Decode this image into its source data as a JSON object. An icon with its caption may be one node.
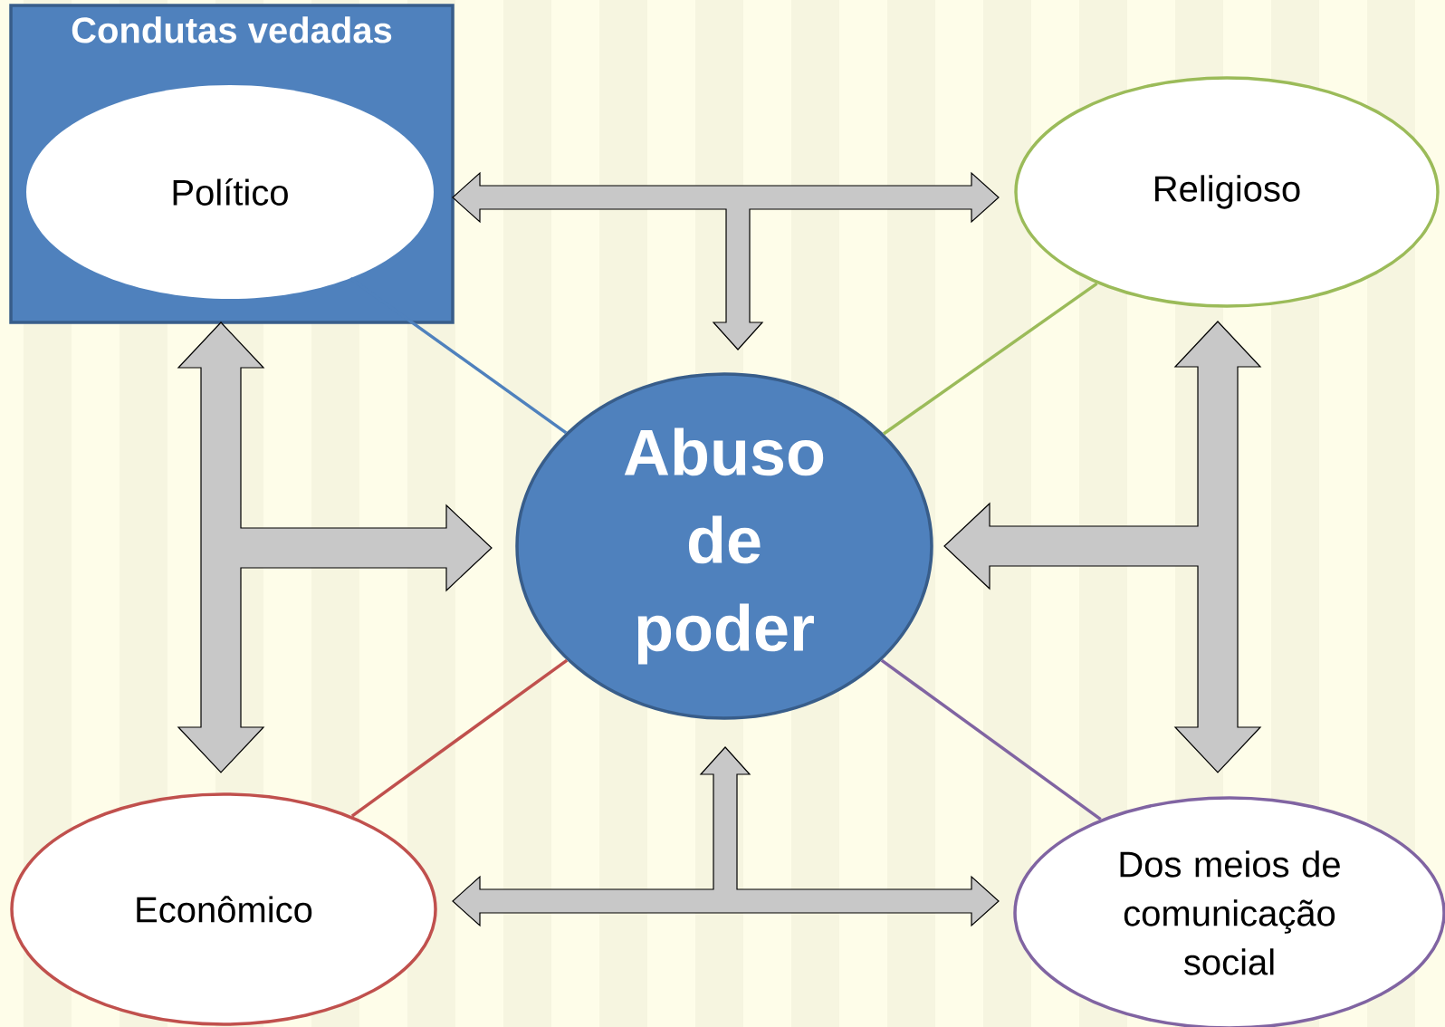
{
  "diagram": {
    "nodes": [
      {
        "text": [
          "Condutas vedadas"
        ]
      },
      {
        "text": [
          "Político"
        ],
        "in": 0
      },
      {
        "text": [
          "Religioso"
        ]
      },
      {
        "text": [
          "Abuso de poder"
        ]
      },
      {
        "text": [
          "Econômico"
        ]
      },
      {
        "text": [
          "Dos meios de comunicação social"
        ]
      }
    ],
    "edges": [
      {
        "from": 3,
        "to": 1,
        "arrow": "none",
        "color": "#4f81bd"
      },
      {
        "from": 3,
        "to": 2,
        "arrow": "none",
        "color": "#9bbb59"
      },
      {
        "from": 3,
        "to": 4,
        "arrow": "none",
        "color": "#c0504d"
      },
      {
        "from": 3,
        "to": 5,
        "arrow": "none",
        "color": "#8064a2"
      },
      {
        "from": 0,
        "to": 2,
        "arrow": "both",
        "style": "thick"
      },
      {
        "from": 0,
        "to": 3,
        "arrow": "both",
        "style": "thick"
      },
      {
        "from": 2,
        "to": 3,
        "arrow": "both",
        "style": "thick"
      },
      {
        "from": 0,
        "to": 4,
        "arrow": "both",
        "style": "thick"
      },
      {
        "from": 0,
        "to": 3,
        "arrow": "both",
        "style": "thick"
      },
      {
        "from": 4,
        "to": 3,
        "arrow": "both",
        "style": "thick"
      },
      {
        "from": 2,
        "to": 5,
        "arrow": "both",
        "style": "thick"
      },
      {
        "from": 2,
        "to": 3,
        "arrow": "both",
        "style": "thick"
      },
      {
        "from": 5,
        "to": 3,
        "arrow": "both",
        "style": "thick"
      },
      {
        "from": 4,
        "to": 5,
        "arrow": "both",
        "style": "thick"
      },
      {
        "from": 4,
        "to": 3,
        "arrow": "both",
        "style": "thick"
      },
      {
        "from": 5,
        "to": 3,
        "arrow": "both",
        "style": "thick"
      }
    ]
  }
}
